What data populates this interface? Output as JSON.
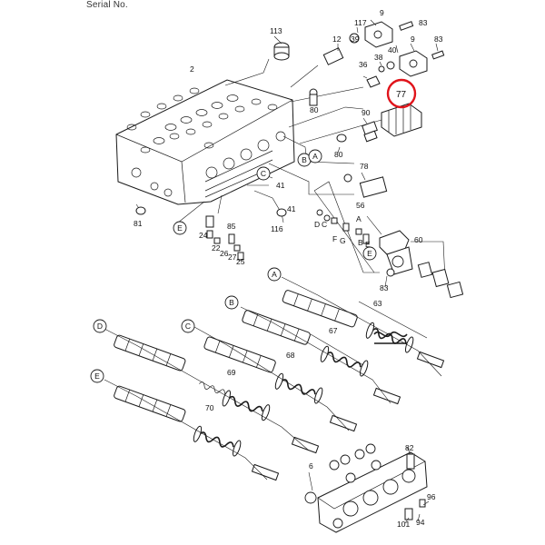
{
  "header": {
    "text": "Serial No."
  },
  "highlight": {
    "part": "77",
    "color": "#e0141b"
  },
  "callouts": [
    {
      "id": "c9a",
      "text": "9"
    },
    {
      "id": "c83a",
      "text": "83"
    },
    {
      "id": "c113",
      "text": "113"
    },
    {
      "id": "c117",
      "text": "117"
    },
    {
      "id": "c12",
      "text": "12"
    },
    {
      "id": "c39",
      "text": "39"
    },
    {
      "id": "c40",
      "text": "40"
    },
    {
      "id": "c9b",
      "text": "9"
    },
    {
      "id": "c83b",
      "text": "83"
    },
    {
      "id": "c38",
      "text": "38"
    },
    {
      "id": "c36",
      "text": "36"
    },
    {
      "id": "c2",
      "text": "2"
    },
    {
      "id": "c80a",
      "text": "80"
    },
    {
      "id": "c90",
      "text": "90"
    },
    {
      "id": "c80b",
      "text": "80"
    },
    {
      "id": "c78",
      "text": "78"
    },
    {
      "id": "c41a",
      "text": "41"
    },
    {
      "id": "c41b",
      "text": "41"
    },
    {
      "id": "c116",
      "text": "116"
    },
    {
      "id": "c81",
      "text": "81"
    },
    {
      "id": "c56",
      "text": "56"
    },
    {
      "id": "c24",
      "text": "24"
    },
    {
      "id": "c85",
      "text": "85"
    },
    {
      "id": "c22",
      "text": "22"
    },
    {
      "id": "c26",
      "text": "26"
    },
    {
      "id": "c27",
      "text": "27"
    },
    {
      "id": "c25",
      "text": "25"
    },
    {
      "id": "c60",
      "text": "60"
    },
    {
      "id": "c83c",
      "text": "83"
    },
    {
      "id": "c63",
      "text": "63"
    },
    {
      "id": "c67",
      "text": "67"
    },
    {
      "id": "c68",
      "text": "68"
    },
    {
      "id": "c69",
      "text": "69"
    },
    {
      "id": "c70",
      "text": "70"
    },
    {
      "id": "c82",
      "text": "82"
    },
    {
      "id": "c96",
      "text": "96"
    },
    {
      "id": "c101",
      "text": "101"
    },
    {
      "id": "c94",
      "text": "94"
    },
    {
      "id": "c6",
      "text": "6"
    }
  ],
  "small_letters": [
    {
      "id": "lD",
      "text": "D"
    },
    {
      "id": "lC",
      "text": "C"
    },
    {
      "id": "lF",
      "text": "F"
    },
    {
      "id": "lG",
      "text": "G"
    },
    {
      "id": "lB",
      "text": "B"
    },
    {
      "id": "lA",
      "text": "A"
    },
    {
      "id": "lE",
      "text": "E"
    }
  ],
  "letter_markers": [
    {
      "id": "mB1",
      "text": "B"
    },
    {
      "id": "mA1",
      "text": "A"
    },
    {
      "id": "mC1",
      "text": "C"
    },
    {
      "id": "mE1",
      "text": "E"
    },
    {
      "id": "mE2",
      "text": "E"
    },
    {
      "id": "mA2",
      "text": "A"
    },
    {
      "id": "mB2",
      "text": "B"
    },
    {
      "id": "mC2",
      "text": "C"
    },
    {
      "id": "mD2",
      "text": "D"
    },
    {
      "id": "mE3",
      "text": "E"
    }
  ]
}
